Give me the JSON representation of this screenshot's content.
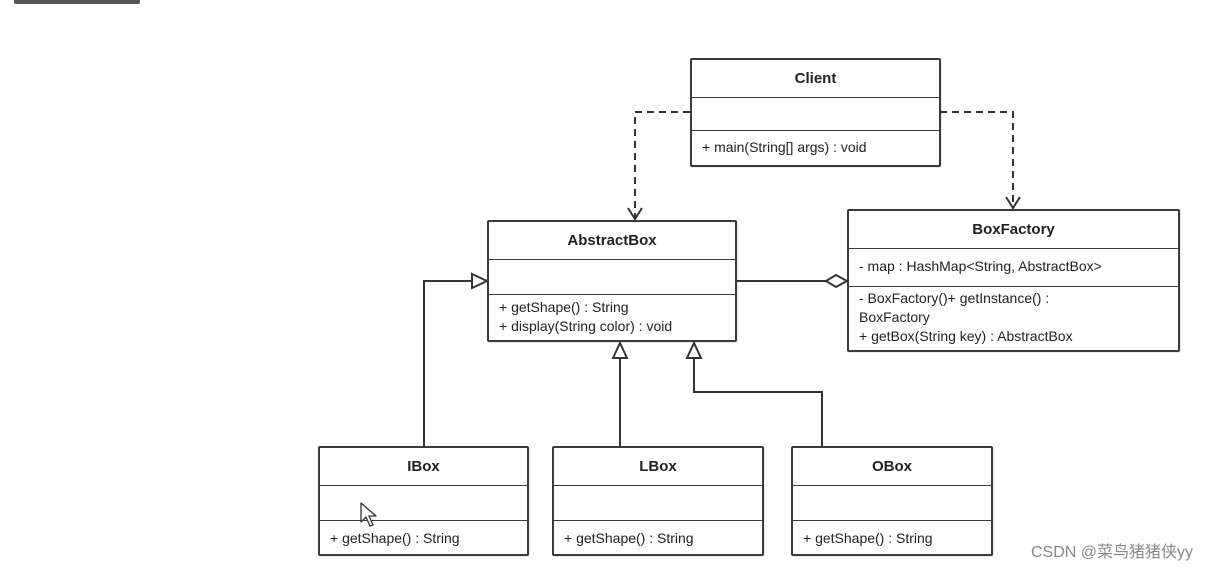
{
  "classes": {
    "client": {
      "name": "Client",
      "attributes": [],
      "operations": [
        "+ main(String[] args) : void"
      ]
    },
    "abstractbox": {
      "name": "AbstractBox",
      "attributes": [],
      "operations": [
        "+ getShape() : String",
        "+ display(String color) : void"
      ]
    },
    "boxfactory": {
      "name": "BoxFactory",
      "attributes": [
        "- map : HashMap<String, AbstractBox>"
      ],
      "operations": [
        "- BoxFactory()+ getInstance() :",
        "BoxFactory",
        "+ getBox(String key) : AbstractBox"
      ]
    },
    "ibox": {
      "name": "IBox",
      "attributes": [],
      "operations": [
        "+ getShape() : String"
      ]
    },
    "lbox": {
      "name": "LBox",
      "attributes": [],
      "operations": [
        "+ getShape() : String"
      ]
    },
    "obox": {
      "name": "OBox",
      "attributes": [],
      "operations": [
        "+ getShape() : String"
      ]
    }
  },
  "watermark": "CSDN @菜鸟猪猪侠yy"
}
